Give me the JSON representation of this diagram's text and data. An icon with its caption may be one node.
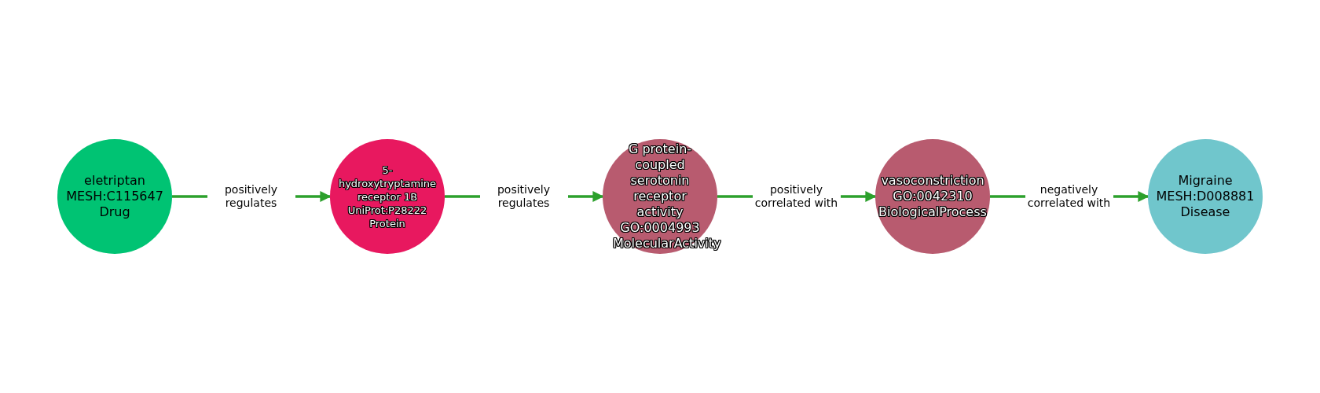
{
  "diagram": {
    "nodes": [
      {
        "text": [
          "eletriptan",
          "MESH:C115647",
          "Drug"
        ]
      },
      {
        "text": [
          "5-hydroxytryptamine receptor 1B",
          "UniProt:P28222",
          "Protein"
        ]
      },
      {
        "text": [
          "G protein-coupled serotonin receptor activity",
          "GO:0004993",
          "MolecularActivity"
        ]
      },
      {
        "text": [
          "vasoconstriction",
          "GO:0042310",
          "BiologicalProcess"
        ]
      },
      {
        "text": [
          "Migraine",
          "MESH:D008881",
          "Disease"
        ]
      }
    ],
    "edges": [
      {
        "from": 0,
        "to": 1,
        "arrow": "to",
        "label": "positively regulates"
      },
      {
        "from": 1,
        "to": 2,
        "arrow": "to",
        "label": "positively regulates"
      },
      {
        "from": 2,
        "to": 3,
        "arrow": "to",
        "label": "positively correlated with"
      },
      {
        "from": 3,
        "to": 4,
        "arrow": "to",
        "label": "negatively correlated with"
      }
    ]
  }
}
